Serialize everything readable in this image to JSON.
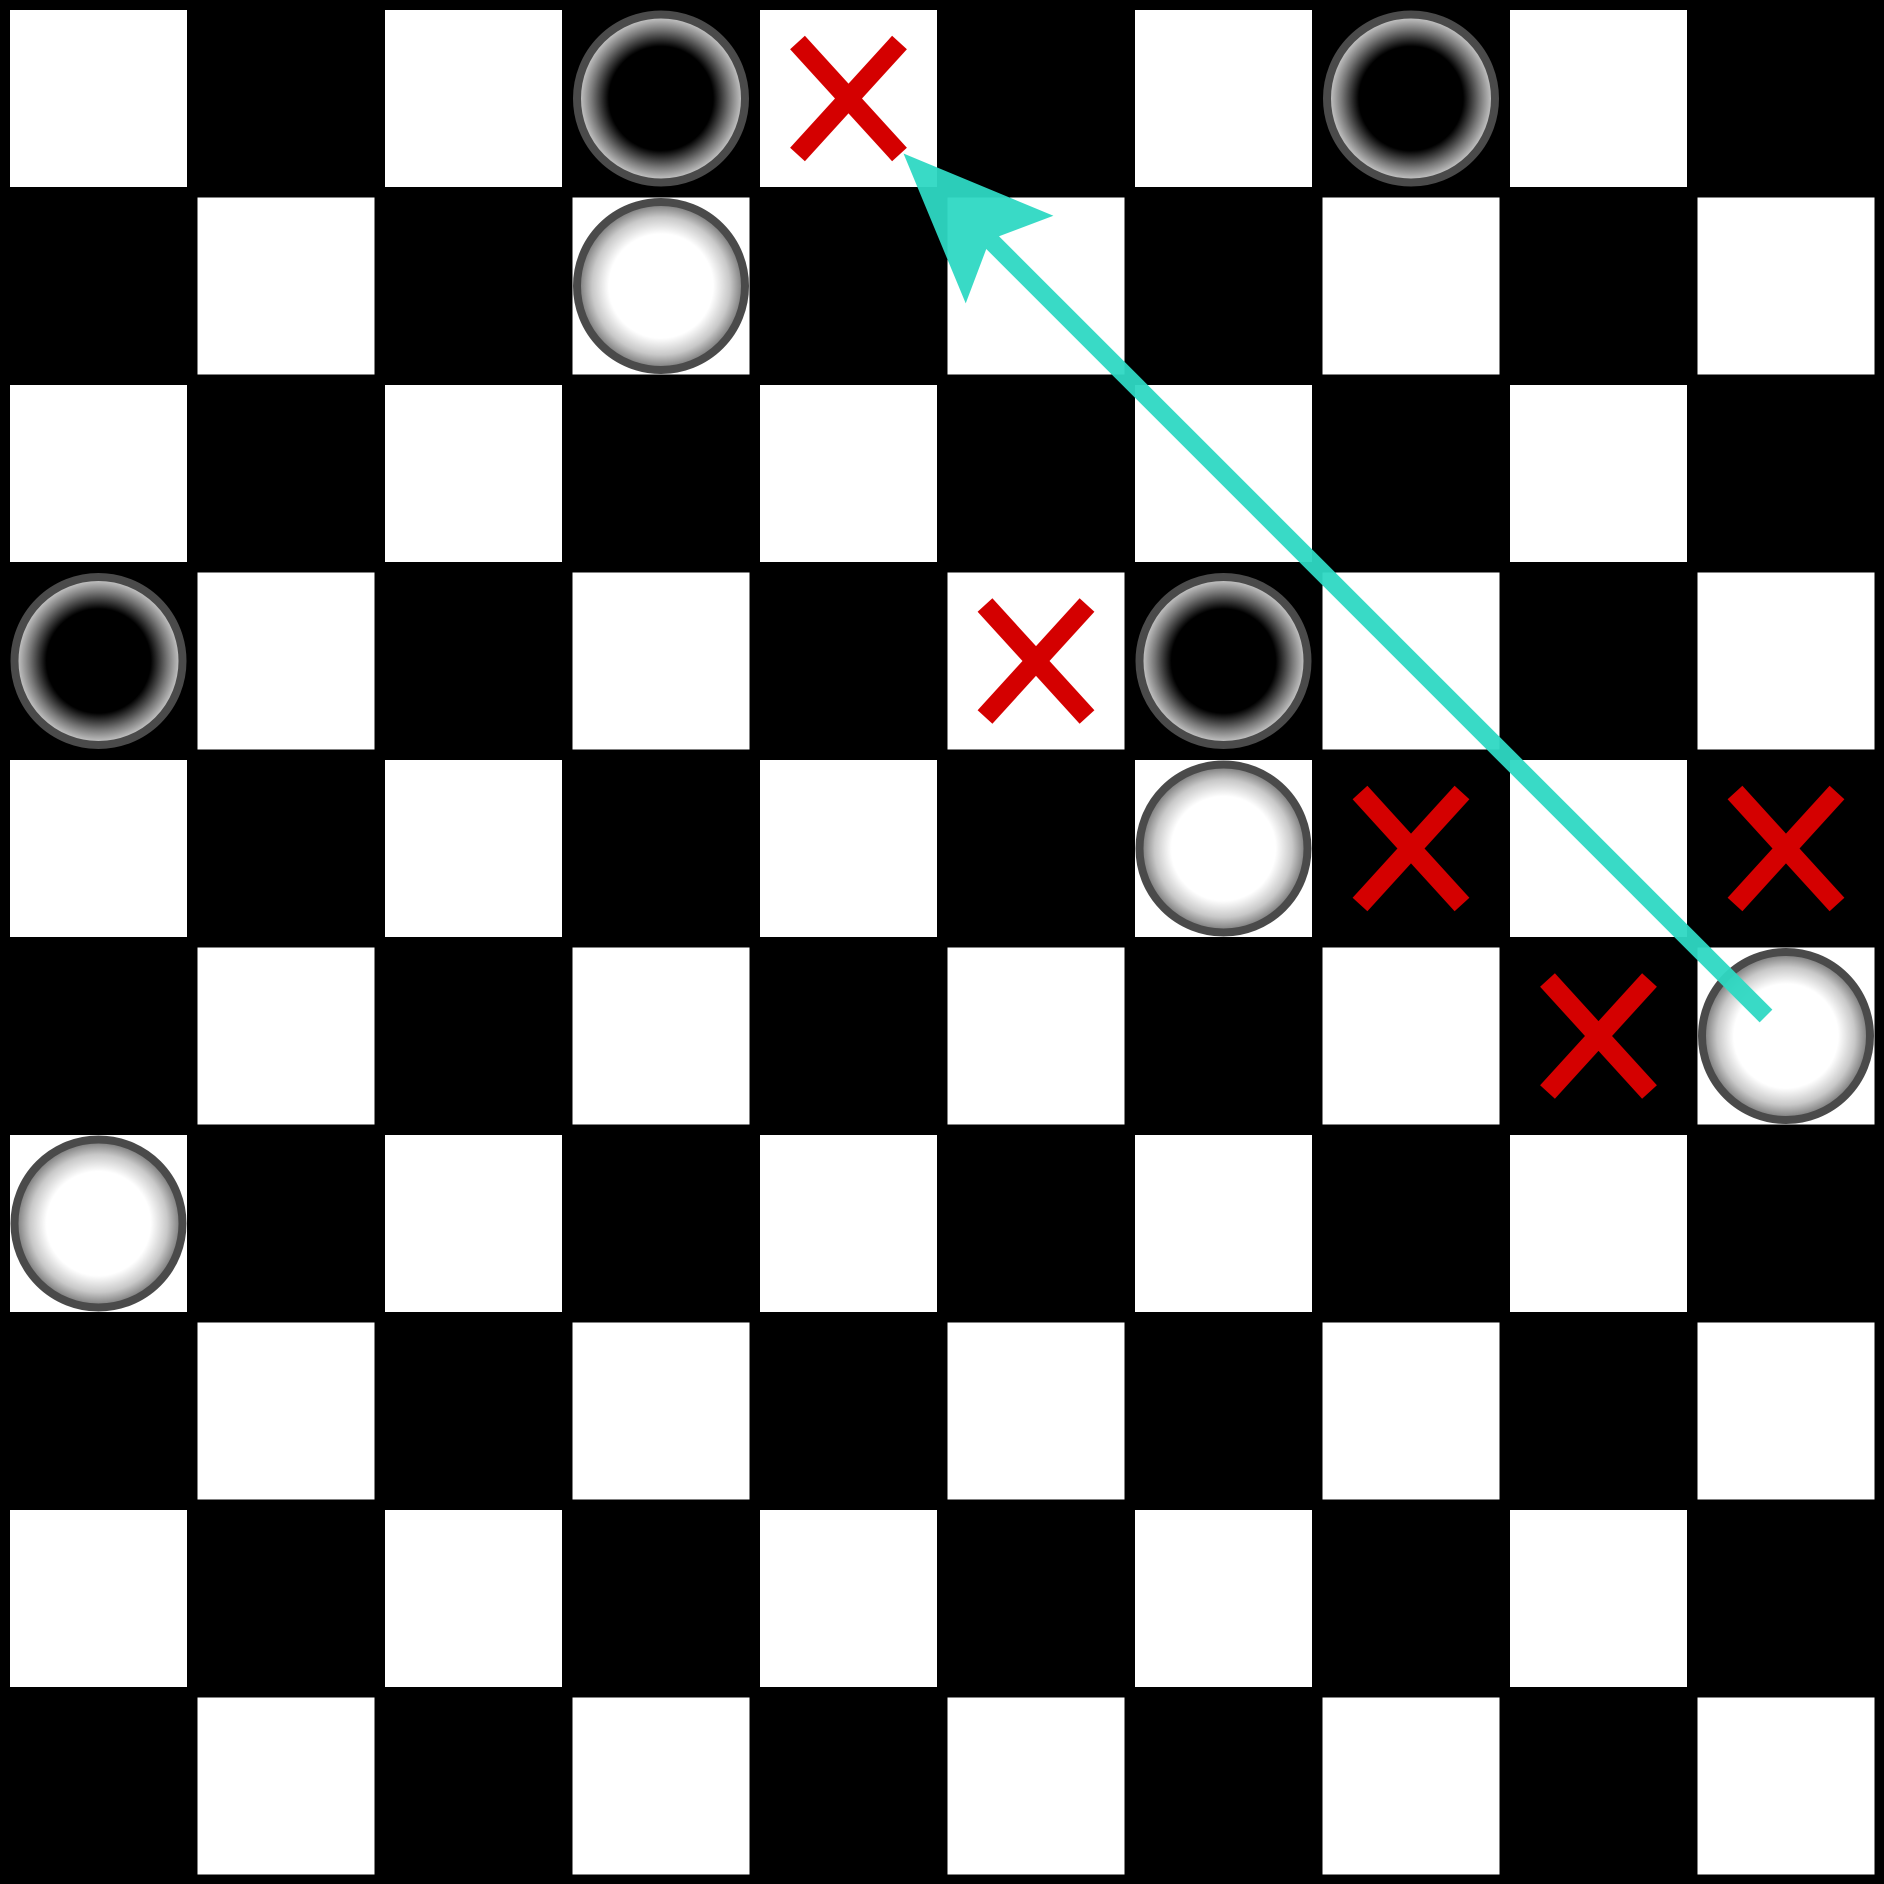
{
  "board": {
    "rows": 10,
    "cols": 10,
    "colors": {
      "background": "#000000",
      "light_square": "#ffffff",
      "piece_ring": "#4a4a4a",
      "marker": "#d40000",
      "arrow": "#2fd9c3"
    }
  },
  "pieces": [
    {
      "row": 0,
      "col": 3,
      "color": "black",
      "icon": "black-piece-icon"
    },
    {
      "row": 0,
      "col": 7,
      "color": "black",
      "icon": "black-piece-icon"
    },
    {
      "row": 1,
      "col": 3,
      "color": "white",
      "icon": "white-piece-icon"
    },
    {
      "row": 3,
      "col": 0,
      "color": "black",
      "icon": "black-piece-icon"
    },
    {
      "row": 3,
      "col": 6,
      "color": "black",
      "icon": "black-piece-icon"
    },
    {
      "row": 4,
      "col": 6,
      "color": "white",
      "icon": "white-piece-icon"
    },
    {
      "row": 5,
      "col": 9,
      "color": "white",
      "icon": "white-piece-icon"
    },
    {
      "row": 6,
      "col": 0,
      "color": "white",
      "icon": "white-piece-icon"
    }
  ],
  "markers": [
    {
      "row": 0,
      "col": 4,
      "icon": "x-mark-icon"
    },
    {
      "row": 3,
      "col": 5,
      "icon": "x-mark-icon"
    },
    {
      "row": 4,
      "col": 7,
      "icon": "x-mark-icon"
    },
    {
      "row": 4,
      "col": 9,
      "icon": "x-mark-icon"
    },
    {
      "row": 5,
      "col": 8,
      "icon": "x-mark-icon"
    }
  ],
  "move_arrow": {
    "from": {
      "row": 5,
      "col": 9
    },
    "to": {
      "row": 0,
      "col": 4
    },
    "icon": "arrow-icon"
  }
}
